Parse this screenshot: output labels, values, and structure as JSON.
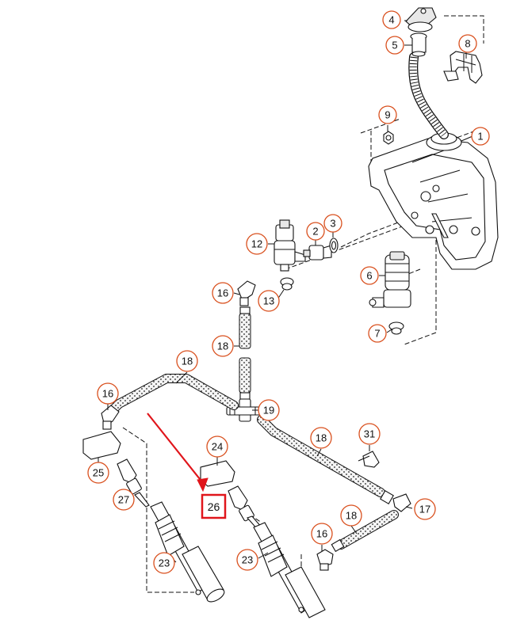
{
  "callouts": [
    {
      "id": "c1",
      "label": "1"
    },
    {
      "id": "c2",
      "label": "2"
    },
    {
      "id": "c3",
      "label": "3"
    },
    {
      "id": "c4",
      "label": "4"
    },
    {
      "id": "c5",
      "label": "5"
    },
    {
      "id": "c6",
      "label": "6"
    },
    {
      "id": "c7",
      "label": "7"
    },
    {
      "id": "c8",
      "label": "8"
    },
    {
      "id": "c9",
      "label": "9"
    },
    {
      "id": "c12",
      "label": "12"
    },
    {
      "id": "c13",
      "label": "13"
    },
    {
      "id": "c16a",
      "label": "16"
    },
    {
      "id": "c16b",
      "label": "16"
    },
    {
      "id": "c16c",
      "label": "16"
    },
    {
      "id": "c17",
      "label": "17"
    },
    {
      "id": "c18a",
      "label": "18"
    },
    {
      "id": "c18b",
      "label": "18"
    },
    {
      "id": "c18c",
      "label": "18"
    },
    {
      "id": "c18d",
      "label": "18"
    },
    {
      "id": "c19",
      "label": "19"
    },
    {
      "id": "c23a",
      "label": "23"
    },
    {
      "id": "c23b",
      "label": "23"
    },
    {
      "id": "c24",
      "label": "24"
    },
    {
      "id": "c25",
      "label": "25"
    },
    {
      "id": "c27",
      "label": "27"
    },
    {
      "id": "c31",
      "label": "31"
    }
  ],
  "highlighted_part": {
    "label": "26",
    "color": "#e0151b"
  },
  "colors": {
    "callout_outline": "#d9501e",
    "highlight": "#e0151b",
    "line": "#111111"
  }
}
